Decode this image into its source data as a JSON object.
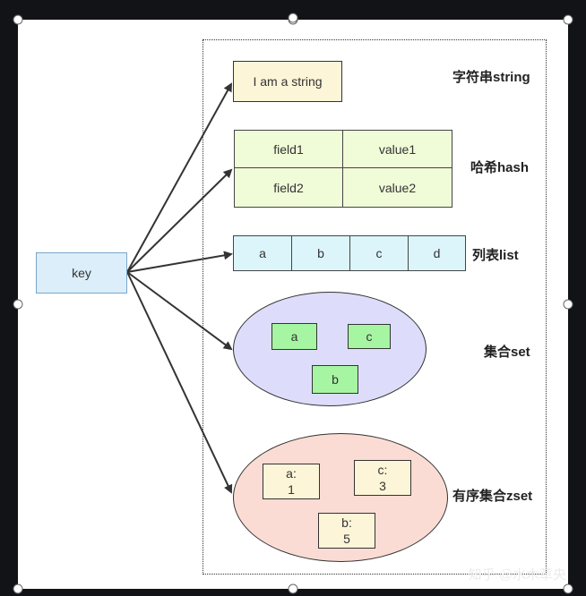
{
  "key": {
    "label": "key"
  },
  "string": {
    "value": "I am a string",
    "type_label": "字符串string"
  },
  "hash": {
    "rows": [
      {
        "field": "field1",
        "value": "value1"
      },
      {
        "field": "field2",
        "value": "value2"
      }
    ],
    "type_label": "哈希hash"
  },
  "list": {
    "items": [
      "a",
      "b",
      "c",
      "d"
    ],
    "type_label": "列表list"
  },
  "set": {
    "items": [
      "a",
      "c",
      "b"
    ],
    "type_label": "集合set"
  },
  "zset": {
    "items": [
      {
        "member": "a:",
        "score": "1"
      },
      {
        "member": "c:",
        "score": "3"
      },
      {
        "member": "b:",
        "score": "5"
      }
    ],
    "type_label": "有序集合zset"
  },
  "watermark": "知乎 @水木草央",
  "colors": {
    "key_fill": "#dbeefa",
    "string_fill": "#fdf5d8",
    "hash_fill": "#f0fbd8",
    "list_fill": "#dcf5fb",
    "set_fill": "#ddddfb",
    "set_item_fill": "#a6f5a2",
    "zset_fill": "#fbdcd4",
    "zset_item_fill": "#fdf5d8"
  }
}
